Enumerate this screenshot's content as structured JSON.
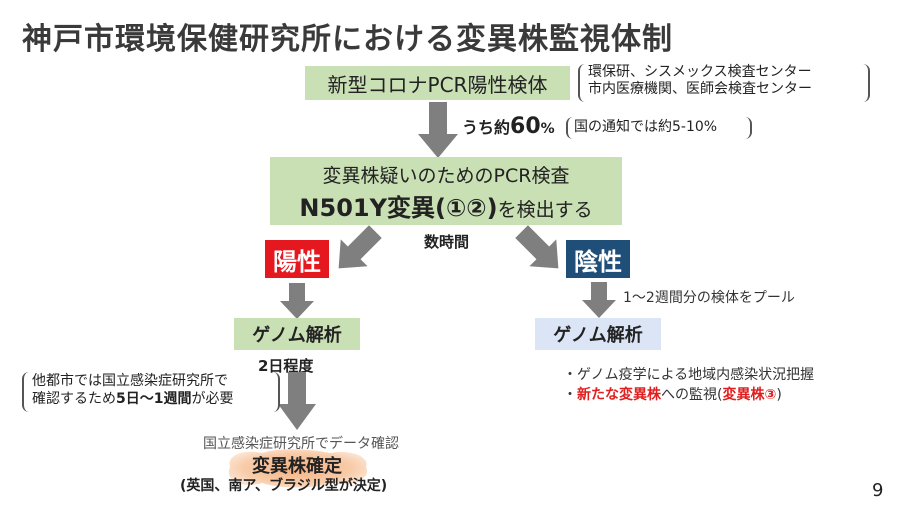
{
  "title": "神戸市環境保健研究所における変異株監視体制",
  "top_box": "新型コロナPCR陽性検体",
  "sources": [
    "環保研、シスメックス検査センター",
    "市内医療機関、医師会検査センター"
  ],
  "ratio_label": "うち約",
  "ratio_value": "60",
  "ratio_unit": "%",
  "ratio_note": "国の通知では約5-10%",
  "mid_box": {
    "line1": "変異株疑いのためのPCR検査",
    "line2_bold": "N501Y変異(①②)",
    "line2_rest": "を検出する"
  },
  "hours_label": "数時間",
  "positive": {
    "badge": "陽性",
    "genome": "ゲノム解析",
    "duration": "2日程度",
    "note_line1": "他都市では国立感染症研究所で",
    "note_line2_pre": "確認するため",
    "note_line2_bold": "5日〜1週間",
    "note_line2_post": "が必要",
    "confirm_note": "国立感染症研究所でデータ確認",
    "confirm_title": "変異株確定",
    "confirm_sub": "(英国、南ア、ブラジル型が決定)"
  },
  "negative": {
    "badge": "陰性",
    "pool_note": "1〜2週間分の検体をプール",
    "genome": "ゲノム解析",
    "bullet1": "・ゲノム疫学による地域内感染状況把握",
    "bullet2_pre": "・",
    "bullet2_red": "新たな変異株",
    "bullet2_mid": "への監視(",
    "bullet2_red2": "変異株③",
    "bullet2_post": ")"
  },
  "page_number": "9",
  "colors": {
    "green_box": "#c9dfb4",
    "positive_badge": "#e5171f",
    "negative_badge": "#1f4e79",
    "negative_genome_box": "#dbe5f5",
    "arrow": "#7f7f7f",
    "confirm_blob": "#f8cba8",
    "red_text": "#e02020"
  }
}
